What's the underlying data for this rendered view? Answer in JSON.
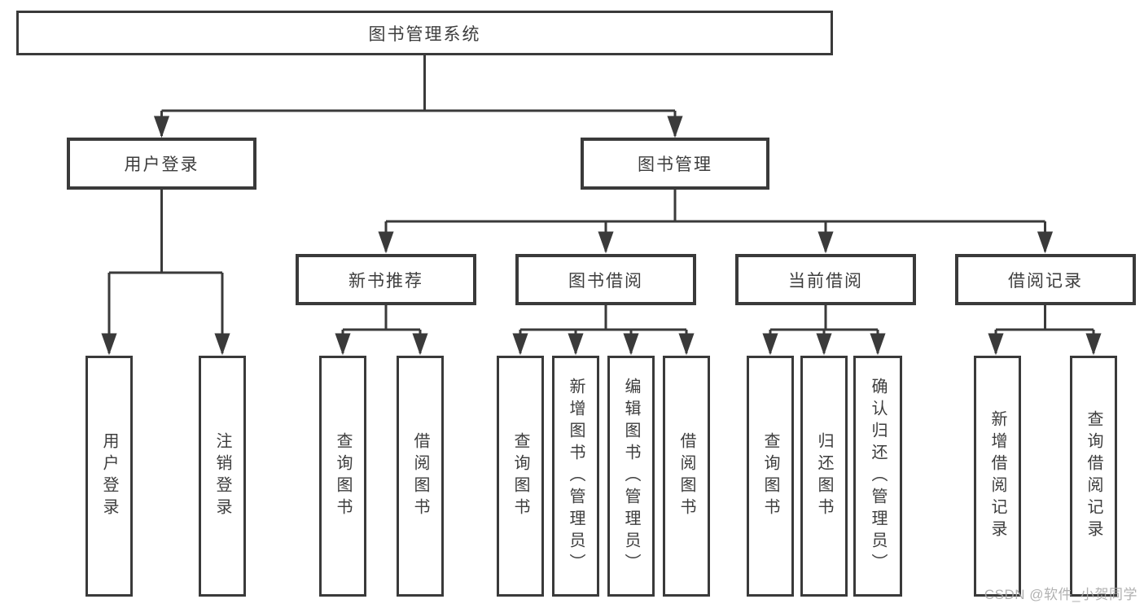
{
  "tree": {
    "root": {
      "label": "图书管理系统",
      "children": [
        {
          "label": "用户登录",
          "children": [
            {
              "label": "用户登录"
            },
            {
              "label": "注销登录"
            }
          ]
        },
        {
          "label": "图书管理",
          "children": [
            {
              "label": "新书推荐",
              "children": [
                {
                  "label": "查询图书"
                },
                {
                  "label": "借阅图书"
                }
              ]
            },
            {
              "label": "图书借阅",
              "children": [
                {
                  "label": "查询图书"
                },
                {
                  "label": "新增图书（管理员）"
                },
                {
                  "label": "编辑图书（管理员）"
                },
                {
                  "label": "借阅图书"
                }
              ]
            },
            {
              "label": "当前借阅",
              "children": [
                {
                  "label": "查询图书"
                },
                {
                  "label": "归还图书"
                },
                {
                  "label": "确认归还（管理员）"
                }
              ]
            },
            {
              "label": "借阅记录",
              "children": [
                {
                  "label": "新增借阅记录"
                },
                {
                  "label": "查询借阅记录"
                }
              ]
            }
          ]
        }
      ]
    }
  },
  "watermark": {
    "text": "CSDN @软件_小贺同学"
  },
  "colors": {
    "line": "#3a3a3a",
    "text": "#3d3d3d",
    "watermark": "#a9a9a9"
  }
}
